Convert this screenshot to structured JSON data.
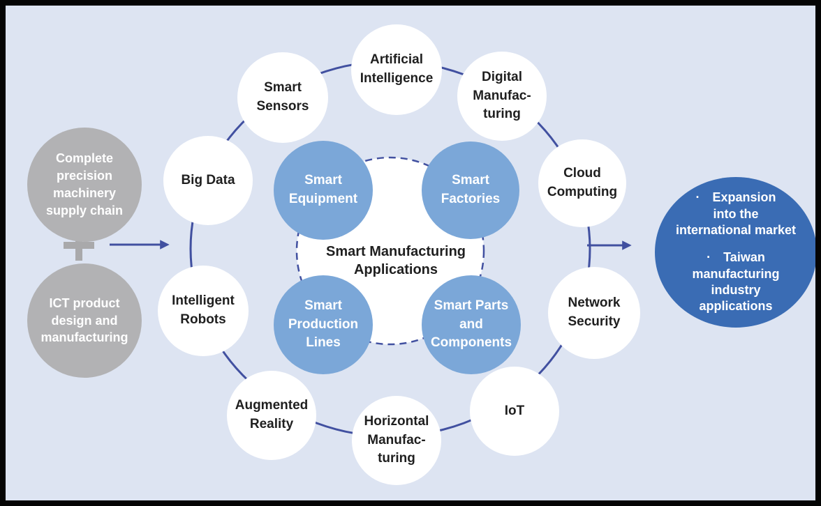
{
  "diagram_title": "Smart Manufacturing Applications",
  "inputs": {
    "supply_chain": "Complete\nprecision\nmachinery\nsupply chain",
    "plus": "+",
    "ict": "ICT product\ndesign and\nmanufacturing"
  },
  "technologies": {
    "big_data": "Big Data",
    "smart_sensors": "Smart\nSensors",
    "artificial_intelligence": "Artificial\nIntelligence",
    "digital_manufacturing": "Digital\nManufac-\nturing",
    "cloud_computing": "Cloud\nComputing",
    "network_security": "Network\nSecurity",
    "iot": "IoT",
    "horizontal_manufacturing": "Horizontal\nManufac-\nturing",
    "augmented_reality": "Augmented\nReality",
    "intelligent_robots": "Intelligent\nRobots"
  },
  "applications": {
    "hub": "Smart Manufacturing\nApplications",
    "smart_equipment": "Smart\nEquipment",
    "smart_factories": "Smart\nFactories",
    "smart_production_lines": "Smart\nProduction\nLines",
    "smart_parts": "Smart Parts\nand\nComponents"
  },
  "outcomes": {
    "item1": "· Expansion\ninto the\ninternational market",
    "item2": "· Taiwan\nmanufacturing\nindustry\napplications"
  },
  "colors": {
    "background": "#dde4f2",
    "connector_navy": "#4150a0",
    "tech_circle": "#ffffff",
    "application_circle": "#7ba7d8",
    "input_circle": "#b2b2b4",
    "plus_gray": "#a9a9ab",
    "outcome_circle": "#3a6cb4",
    "text_dark": "#1f1f1f",
    "text_light": "#ffffff"
  }
}
